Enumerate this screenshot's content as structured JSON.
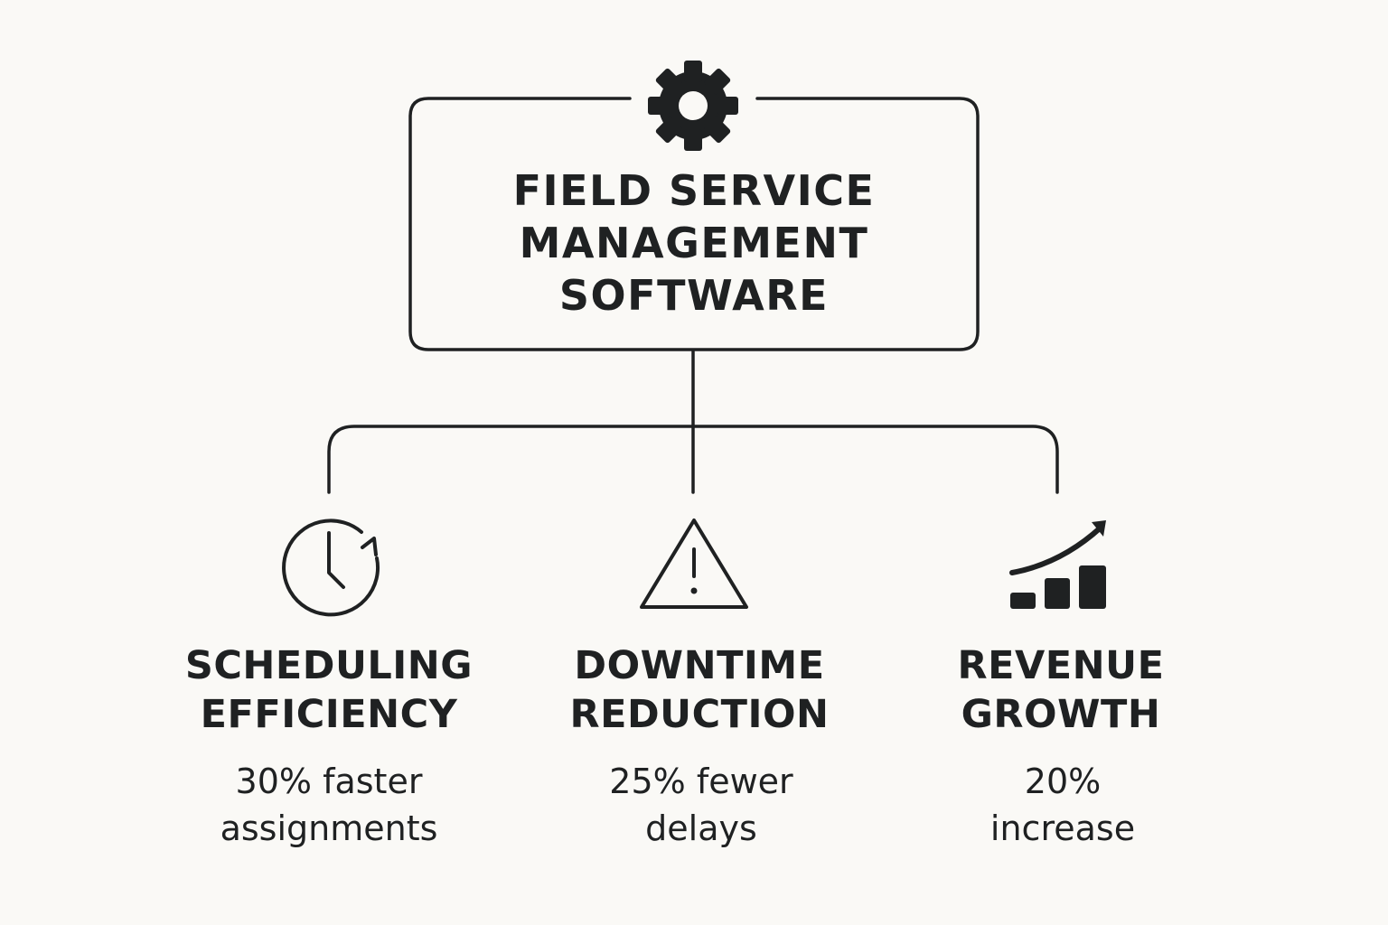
{
  "root": {
    "title_lines": [
      "FIELD SERVICE",
      "MANAGEMENT",
      "SOFTWARE"
    ],
    "icon": "gear-icon"
  },
  "branches": [
    {
      "icon": "clock-refresh-icon",
      "title_lines": [
        "SCHEDULING",
        "EFFICIENCY"
      ],
      "desc_lines": [
        "30% faster",
        "assignments"
      ]
    },
    {
      "icon": "warning-triangle-icon",
      "title_lines": [
        "DOWNTIME",
        "REDUCTION"
      ],
      "desc_lines": [
        "25% fewer",
        "delays"
      ]
    },
    {
      "icon": "growth-chart-icon",
      "title_lines": [
        "REVENUE",
        "GROWTH"
      ],
      "desc_lines": [
        "20%",
        "increase"
      ]
    }
  ],
  "colors": {
    "background": "#faf9f6",
    "ink": "#1f2122"
  }
}
